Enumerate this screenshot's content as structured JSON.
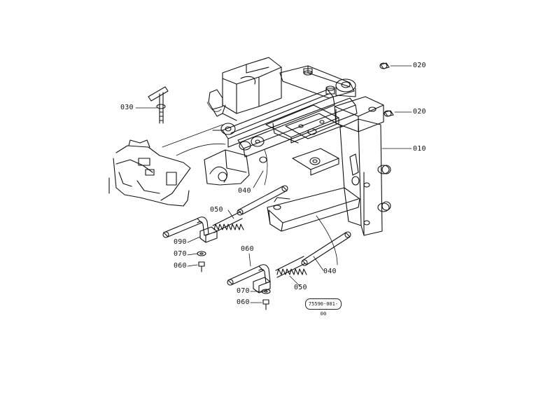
{
  "labels": {
    "p010": "010",
    "p020a": "020",
    "p020b": "020",
    "p030": "030",
    "p040a": "040",
    "p040b": "040",
    "p050a": "050",
    "p050b": "050",
    "p060a": "060",
    "p060b": "060",
    "p060c": "060",
    "p070a": "070",
    "p070b": "070",
    "p090": "090"
  },
  "drawing_code": "75590-001-00"
}
